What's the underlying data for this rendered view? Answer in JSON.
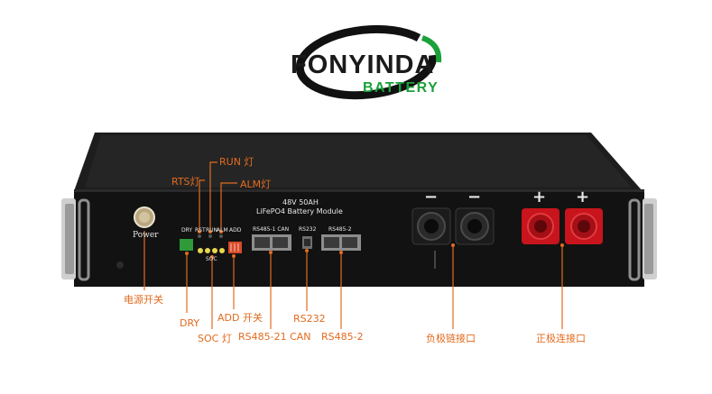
{
  "logo": {
    "brand_text": "FONYINDA",
    "sub_text": "BATTERY"
  },
  "panel": {
    "model_line1": "48V 50AH",
    "model_line2": "LiFePO4 Battery Module",
    "power_label": "Power",
    "dry_label": "DRY",
    "rst_label": "RST",
    "run_label": "RUN",
    "alm_label": "ALM",
    "add_label": "ADD",
    "soc_label": "SOC",
    "port1_label": "RS485-1 CAN",
    "port2_label": "RS232",
    "port3_label": "RS485-2",
    "neg_symbol": "−",
    "pos_symbol": "+"
  },
  "callouts": {
    "run_light": "RUN 灯",
    "rts_light": "RTS灯",
    "alm_light": "ALM灯",
    "power_switch": "电源开关",
    "dry": "DRY",
    "add_switch": "ADD 开关",
    "rs232": "RS232",
    "soc_light": "SOC 灯",
    "rs485_21_can": "RS485-21 CAN",
    "rs485_2": "RS485-2",
    "neg_port": "负极链接口",
    "pos_port": "正极连接口"
  },
  "colors": {
    "callout": "#e26b1f",
    "brand_green": "#1aa13a",
    "positive_terminal": "#c8141c",
    "panel_face": "#141414"
  }
}
